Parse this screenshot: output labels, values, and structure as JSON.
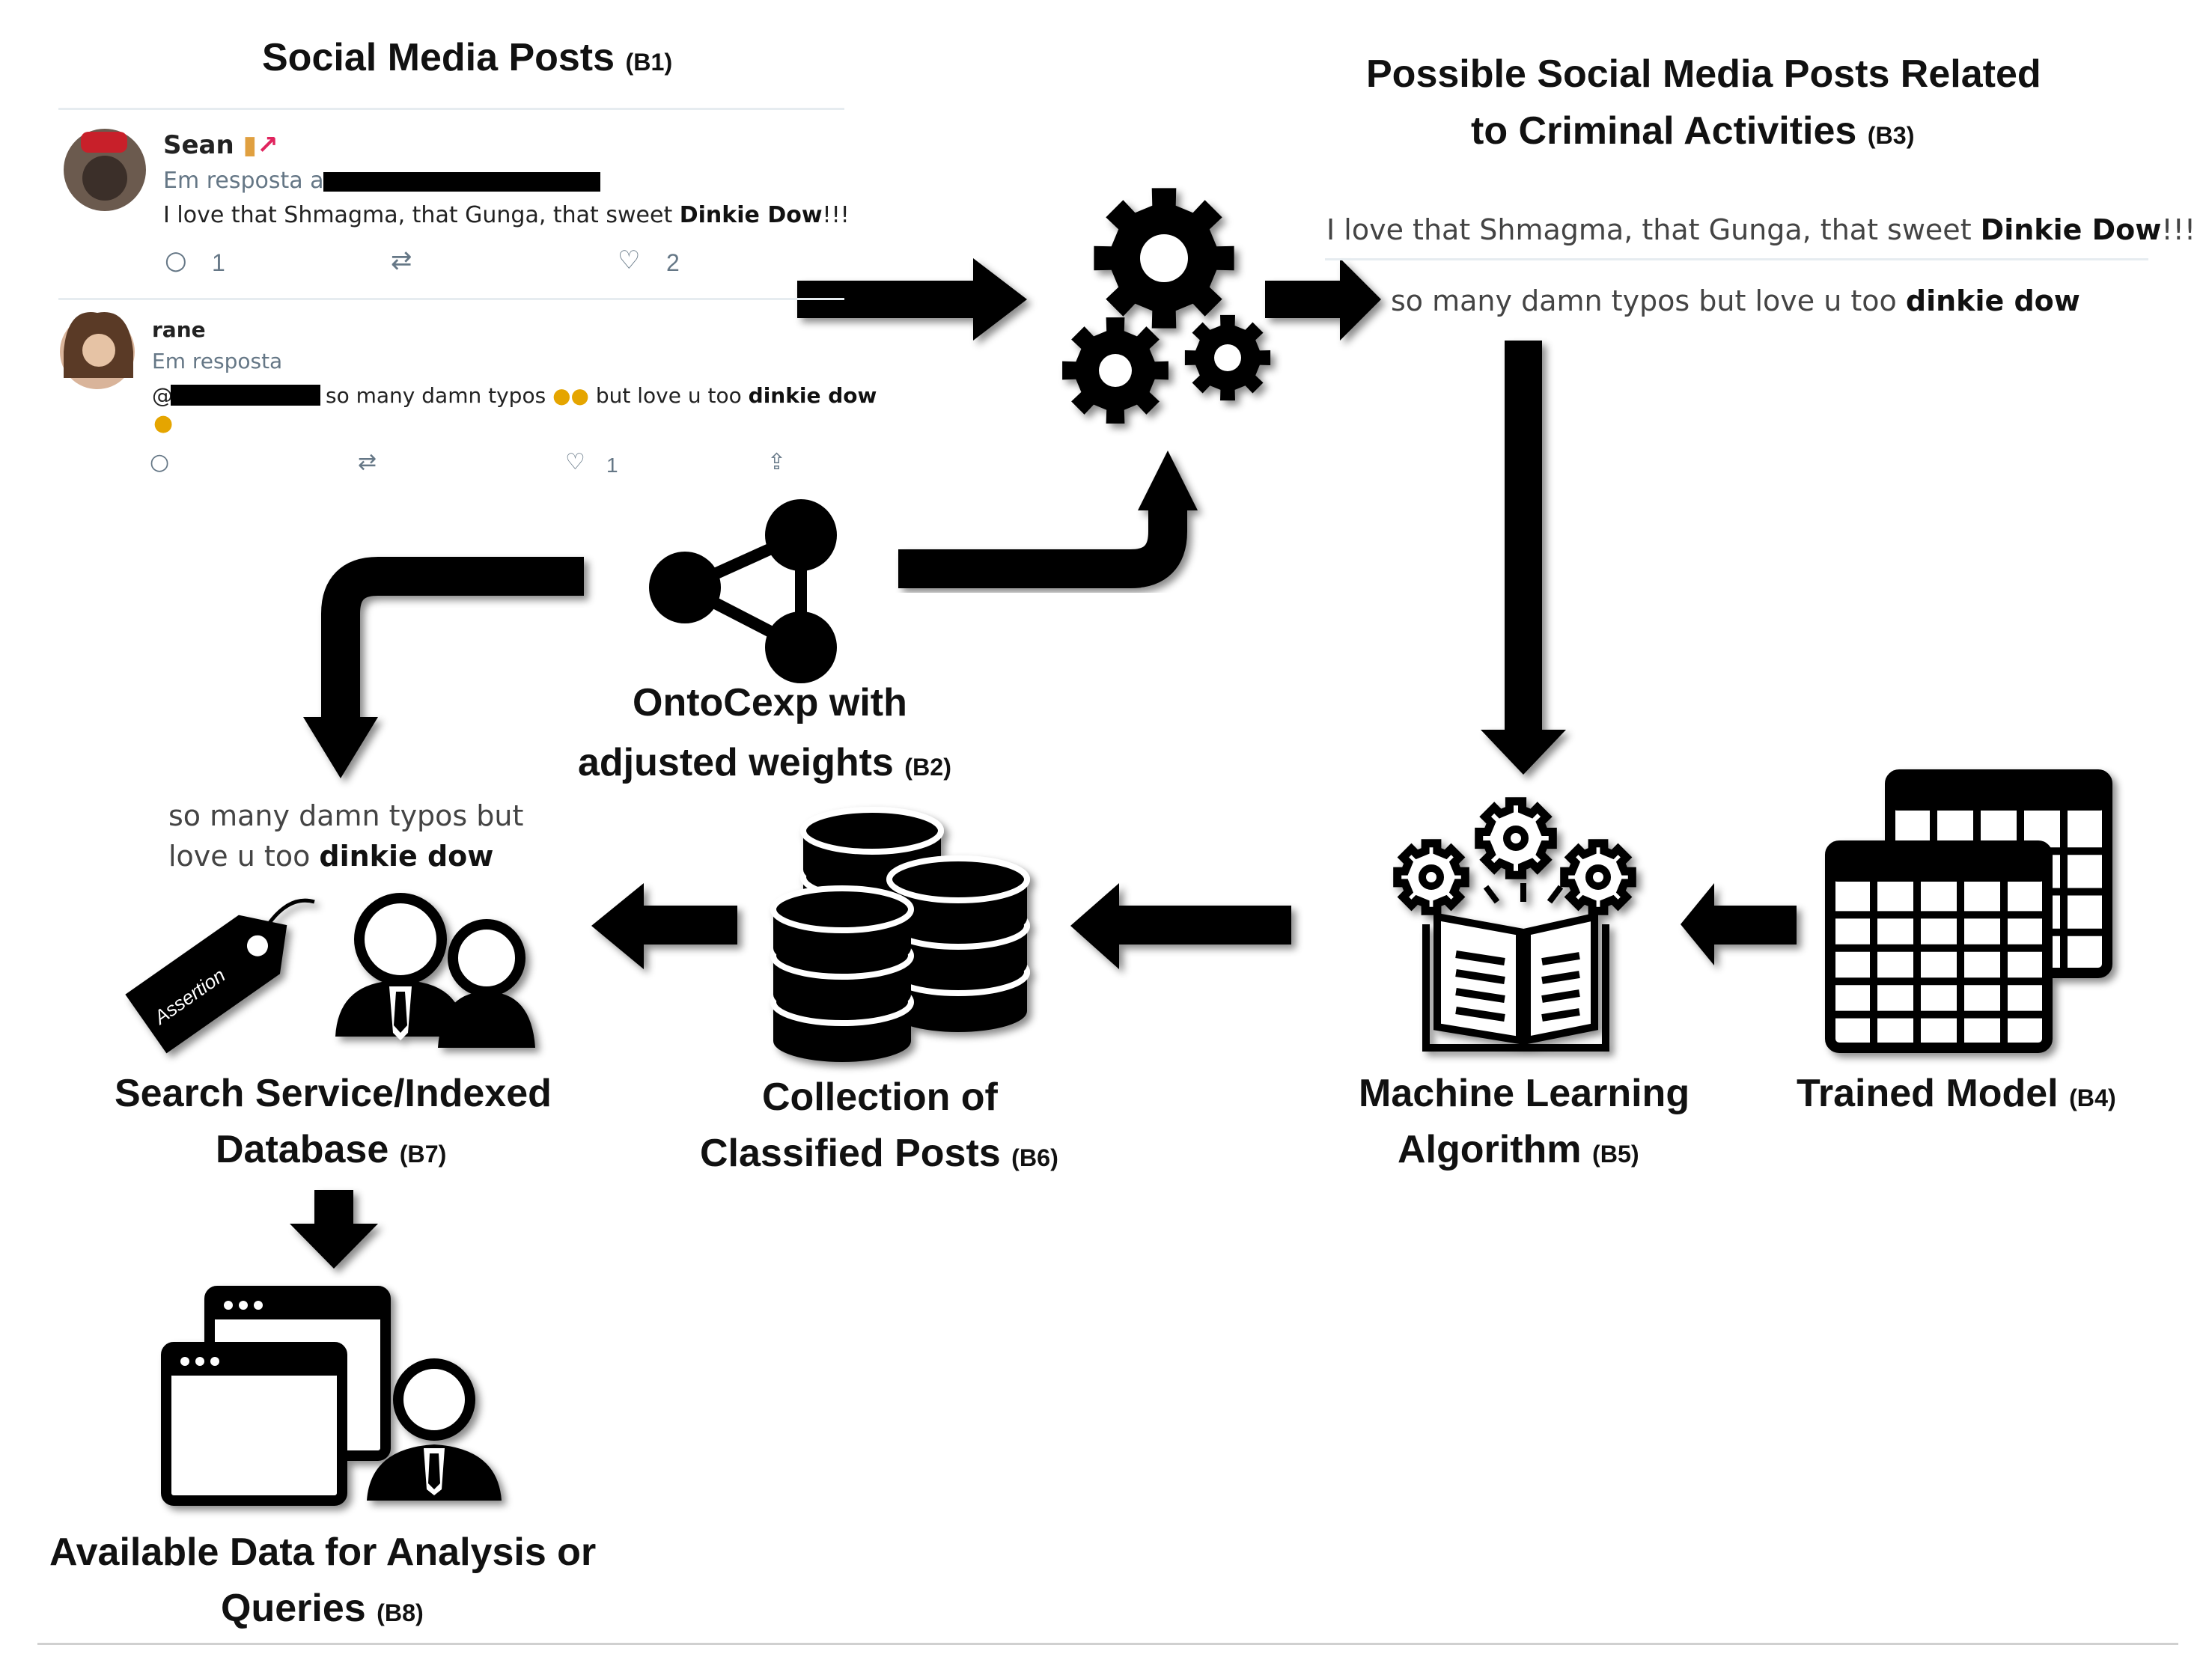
{
  "titles": {
    "b1": {
      "text": "Social Media Posts",
      "tag": "(B1)"
    },
    "b3_line1": {
      "text": "Possible Social Media Posts Related"
    },
    "b3_line2": {
      "text": "to Criminal Activities",
      "tag": "(B3)"
    },
    "b2_line1": {
      "text": "OntoCexp with"
    },
    "b2_line2": {
      "text": "adjusted weights",
      "tag": "(B2)"
    },
    "b7_line1": {
      "text": "Search Service/Indexed"
    },
    "b7_line2": {
      "text": "Database",
      "tag": "(B7)"
    },
    "b6_line1": {
      "text": "Collection of"
    },
    "b6_line2": {
      "text": "Classified Posts",
      "tag": "(B6)"
    },
    "b5_line1": {
      "text": "Machine Learning"
    },
    "b5_line2": {
      "text": "Algorithm",
      "tag": "(B5)"
    },
    "b4": {
      "text": "Trained Model",
      "tag": "(B4)"
    },
    "b8_line1": {
      "text": "Available Data for Analysis or"
    },
    "b8_line2": {
      "text": "Queries",
      "tag": "(B8)"
    }
  },
  "tweets": [
    {
      "user": "Sean",
      "reply_label": "Em resposta a",
      "text_plain": "I love that Shmagma, that Gunga, that sweet ",
      "text_bold": "Dinkie Dow",
      "text_tail": "!!!",
      "replies": "1",
      "likes": "2"
    },
    {
      "user": "rane",
      "reply_label": "Em resposta",
      "mention": "@",
      "text_plain": "so many damn typos ",
      "text_mid": " but love u too ",
      "text_bold": "dinkie dow",
      "likes": "1"
    }
  ],
  "b3_posts": [
    {
      "plain": "I love that Shmagma, that Gunga, that sweet ",
      "bold": "Dinkie Dow",
      "tail": "!!!"
    },
    {
      "plain": "so many damn typos  but love u too ",
      "bold": "dinkie dow",
      "tail": ""
    }
  ],
  "b7_post": {
    "line1": "so many damn typos  but",
    "line2_plain": "love u too ",
    "line2_bold": "dinkie dow"
  },
  "tag_label": "Assertion",
  "icons": {
    "gears": "gears-icon",
    "ontology": "ontology-graph-icon",
    "database": "database-icon",
    "ml": "machine-learning-book-icon",
    "model": "table-grid-icon",
    "users": "users-icon",
    "tag": "price-tag-icon",
    "windows": "browser-windows-icon",
    "analyst": "user-icon"
  }
}
